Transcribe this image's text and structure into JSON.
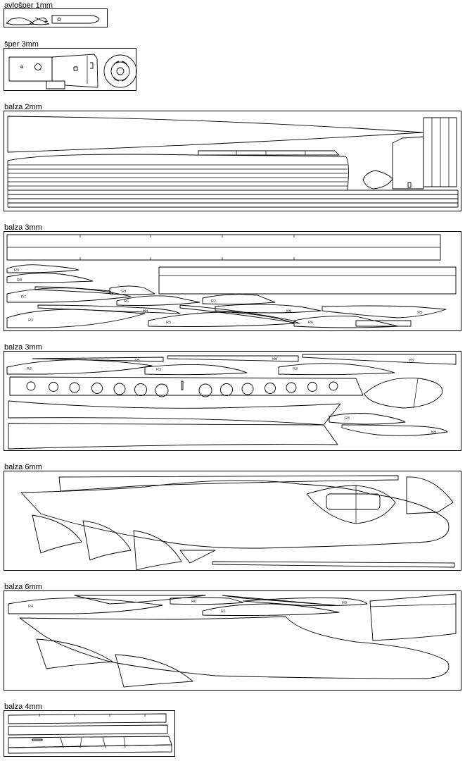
{
  "sheets": [
    {
      "title": "avlošper 1mm"
    },
    {
      "title": "šper 3mm"
    },
    {
      "title": "balza 2mm"
    },
    {
      "title": "balza 3mm"
    },
    {
      "title": "balza 3mm"
    },
    {
      "title": "balza 6mm"
    },
    {
      "title": "balza 6mm"
    },
    {
      "title": "balza 4mm"
    }
  ],
  "part_labels": {
    "r1": "R1",
    "r2": "R2",
    "r3": "R3",
    "r4": "R4",
    "r5": "R5",
    "r6": "R6",
    "r7": "R7",
    "r8": "R8",
    "r9": "R9"
  }
}
